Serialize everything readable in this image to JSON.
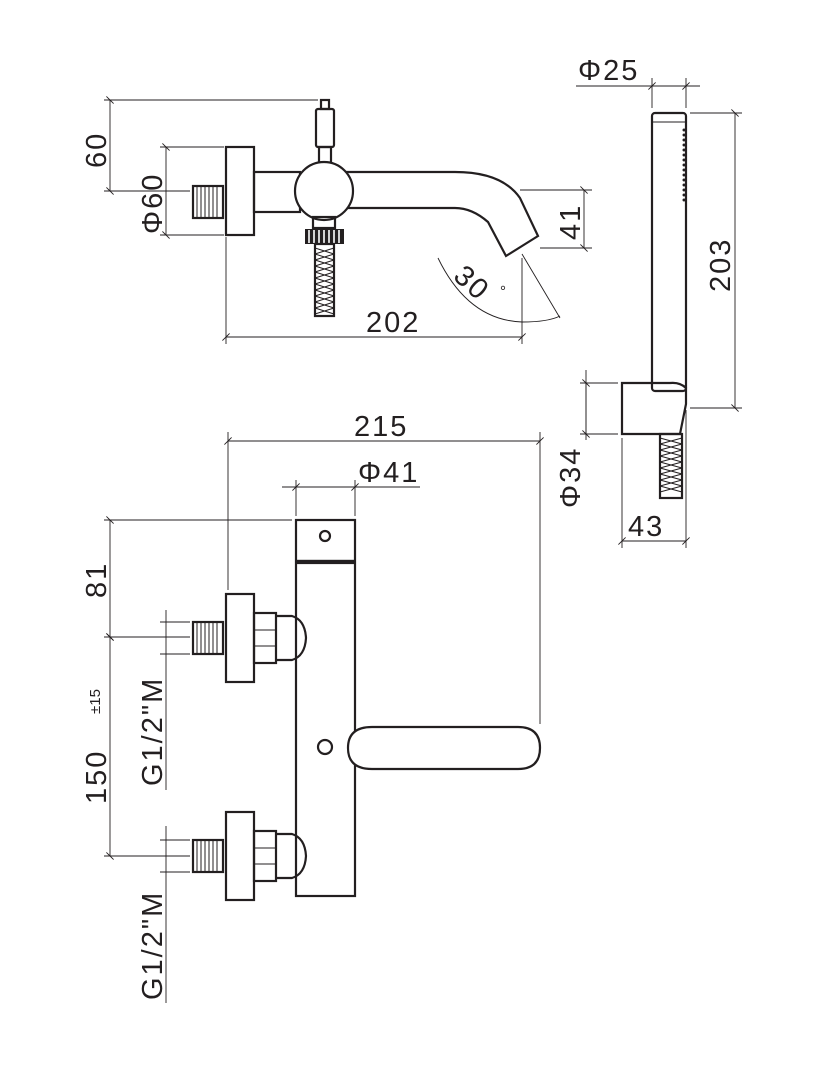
{
  "dimensions": {
    "spout_height": "60",
    "spout_flange_diameter": "Φ60",
    "spout_drop": "41",
    "spout_angle": "30",
    "spout_angle_unit": "°",
    "spout_length": "202",
    "handshower_diameter": "Φ25",
    "handshower_length": "203",
    "holder_height": "Φ34",
    "holder_depth": "43",
    "mixer_total_width": "215",
    "mixer_body_diameter": "Φ41",
    "top_to_inlet": "81",
    "inlet_spacing": "150",
    "inlet_spacing_tolerance": "±15",
    "inlet_thread_upper": "G1/2\"M",
    "inlet_thread_lower": "G1/2\"M"
  }
}
